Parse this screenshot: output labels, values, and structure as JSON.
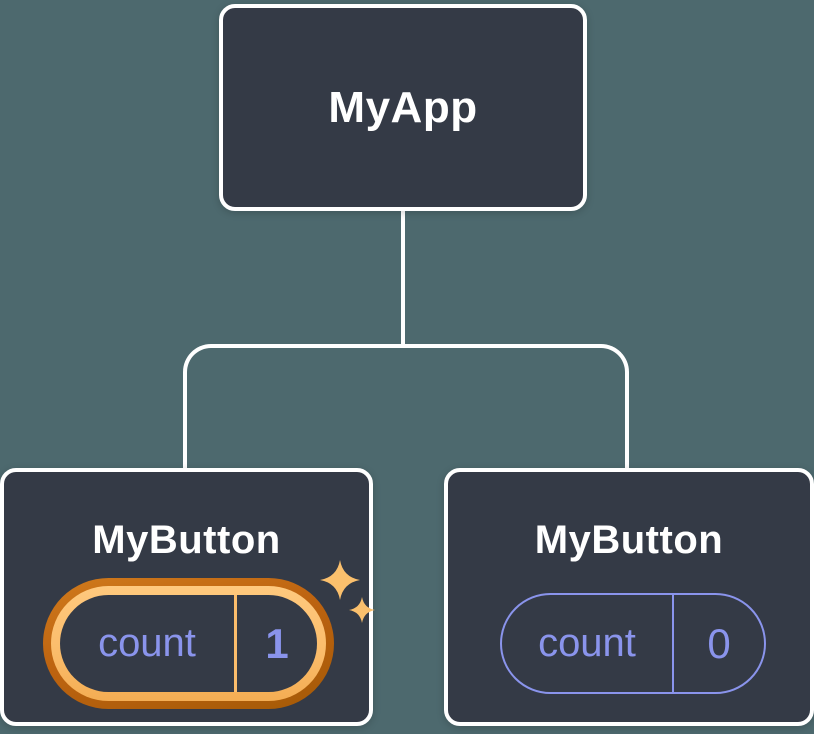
{
  "colors": {
    "background": "#4d696e",
    "node-fill": "#343a46",
    "node-border": "#ffffff",
    "connector": "#ffffff",
    "text-primary": "#ffffff",
    "state-purple": "#8a94ec",
    "highlight-orange-dark": "#bd6310",
    "highlight-orange-darker": "#a55a07",
    "highlight-orange-light": "#fbbd6c"
  },
  "tree": {
    "root": {
      "label": "MyApp"
    },
    "children": [
      {
        "label": "MyButton",
        "state": {
          "name": "count",
          "value": "1"
        },
        "highlighted": true,
        "icon": "sparkles-icon"
      },
      {
        "label": "MyButton",
        "state": {
          "name": "count",
          "value": "0"
        },
        "highlighted": false
      }
    ]
  }
}
